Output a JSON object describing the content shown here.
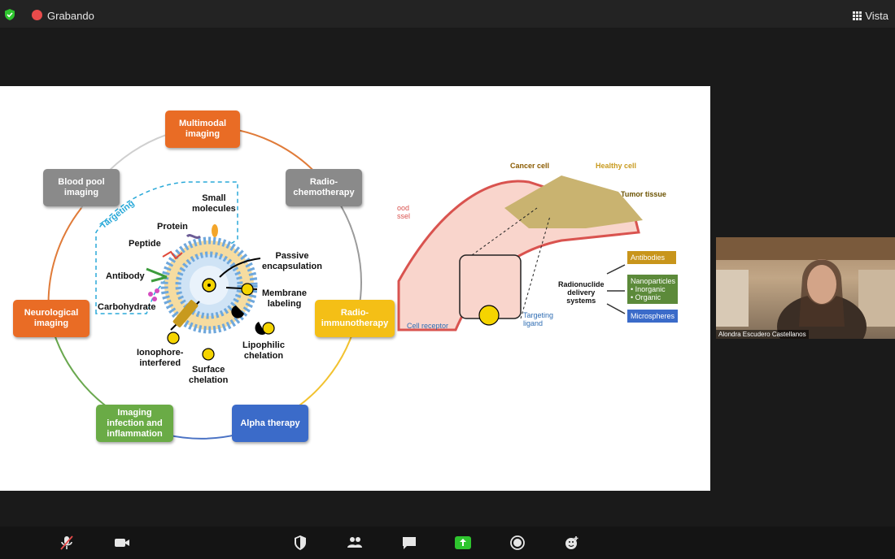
{
  "recording": {
    "label": "Grabando",
    "color": "#e84b4b"
  },
  "view": {
    "label": "Vista"
  },
  "slide": {
    "left": {
      "boxes": {
        "multimodal": "Multimodal\nimaging",
        "radio_chemo": "Radio-\nchemotherapy",
        "blood_pool": "Blood pool\nimaging",
        "neurological": "Neurological\nimaging",
        "radio_immuno": "Radio-\nimmunotherapy",
        "imaging_infection": "Imaging\ninfection and\ninflammation",
        "alpha": "Alpha therapy"
      },
      "labels": {
        "small_molecules": "Small\nmolecules",
        "targeting": "Targeting",
        "protein": "Protein",
        "peptide": "Peptide",
        "antibody": "Antibody",
        "carbohydrate": "Carbohydrate",
        "passive": "Passive\nencapsulation",
        "membrane": "Membrane\nlabeling",
        "lipophilic": "Lipophilic\nchelation",
        "ionophore": "Ionophore-\ninterfered",
        "surface": "Surface\nchelation"
      }
    },
    "right": {
      "cancer_cell": "Cancer cell",
      "healthy_cell": "Healthy cell",
      "tumor_tissue": "Tumor tissue",
      "blood_vessel": "ood\nssel",
      "cell_receptor": "Cell receptor",
      "targeting_ligand": "Targeting\nligand",
      "radionuclide": "Radionuclide\ndelivery\nsystems",
      "antibodies": "Antibodies",
      "nanoparticles": "Nanoparticles\n• Inorganic\n• Organic",
      "microspheres": "Microspheres"
    }
  },
  "participant": {
    "name": "Alondra Escudero Castellanos"
  },
  "toolbar": {
    "icons": [
      "mic-muted-icon",
      "video-icon",
      "security-icon",
      "participants-icon",
      "chat-icon",
      "share-screen-icon",
      "record-icon",
      "reactions-icon"
    ],
    "share_color": "#2ec52e"
  }
}
